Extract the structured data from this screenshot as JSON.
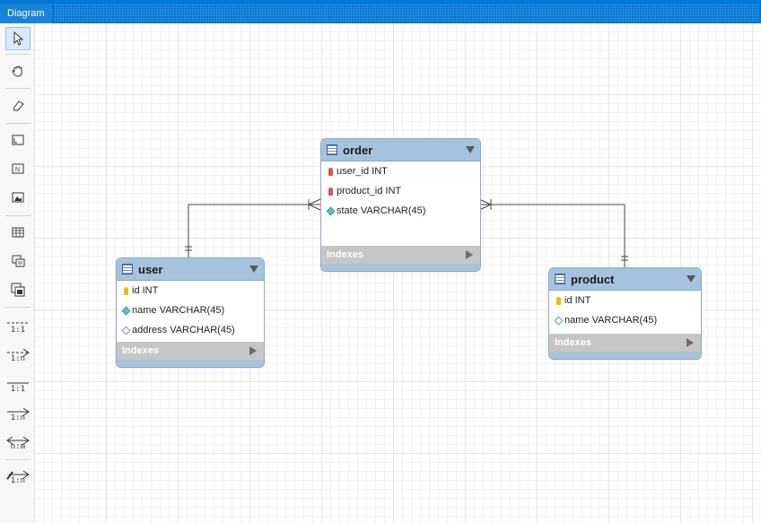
{
  "window": {
    "tab_label": "Diagram"
  },
  "toolbar": {
    "tools": [
      {
        "name": "pointer-tool",
        "icon": "cursor-icon"
      },
      {
        "name": "hand-tool",
        "icon": "hand-icon"
      },
      {
        "name": "eraser-tool",
        "icon": "eraser-icon"
      },
      {
        "name": "layer-tool",
        "icon": "layer-icon"
      },
      {
        "name": "note-tool",
        "icon": "note-icon"
      },
      {
        "name": "image-tool",
        "icon": "image-icon"
      },
      {
        "name": "table-tool",
        "icon": "table-icon"
      },
      {
        "name": "view-tool",
        "icon": "view-icon"
      },
      {
        "name": "routine-group-tool",
        "icon": "routine-group-icon"
      }
    ],
    "relationships": [
      {
        "name": "rel-1-1-non-identifying",
        "label": "1:1"
      },
      {
        "name": "rel-1-n-non-identifying",
        "label": "1:n"
      },
      {
        "name": "rel-1-1-identifying",
        "label": "1:1"
      },
      {
        "name": "rel-1-n-identifying",
        "label": "1:n"
      },
      {
        "name": "rel-n-m-identifying",
        "label": "n:m"
      },
      {
        "name": "rel-1-n-existing-columns",
        "label": "1:n"
      }
    ]
  },
  "entities": {
    "order": {
      "name": "order",
      "columns": [
        {
          "text": "user_id INT",
          "icon": "foreign-key-icon"
        },
        {
          "text": "product_id INT",
          "icon": "foreign-key-icon"
        },
        {
          "text": "state VARCHAR(45)",
          "icon": "column-filled-diamond-icon"
        }
      ],
      "indexes_label": "Indexes"
    },
    "user": {
      "name": "user",
      "columns": [
        {
          "text": "id INT",
          "icon": "primary-key-icon"
        },
        {
          "text": "name VARCHAR(45)",
          "icon": "column-filled-diamond-icon"
        },
        {
          "text": "address VARCHAR(45)",
          "icon": "column-empty-diamond-icon"
        }
      ],
      "indexes_label": "Indexes"
    },
    "product": {
      "name": "product",
      "columns": [
        {
          "text": "id INT",
          "icon": "primary-key-icon"
        },
        {
          "text": "name VARCHAR(45)",
          "icon": "column-empty-diamond-icon"
        }
      ],
      "indexes_label": "Indexes"
    }
  },
  "relationships": [
    {
      "from": "user",
      "to": "order",
      "type": "1:n"
    },
    {
      "from": "product",
      "to": "order",
      "type": "1:n"
    }
  ]
}
